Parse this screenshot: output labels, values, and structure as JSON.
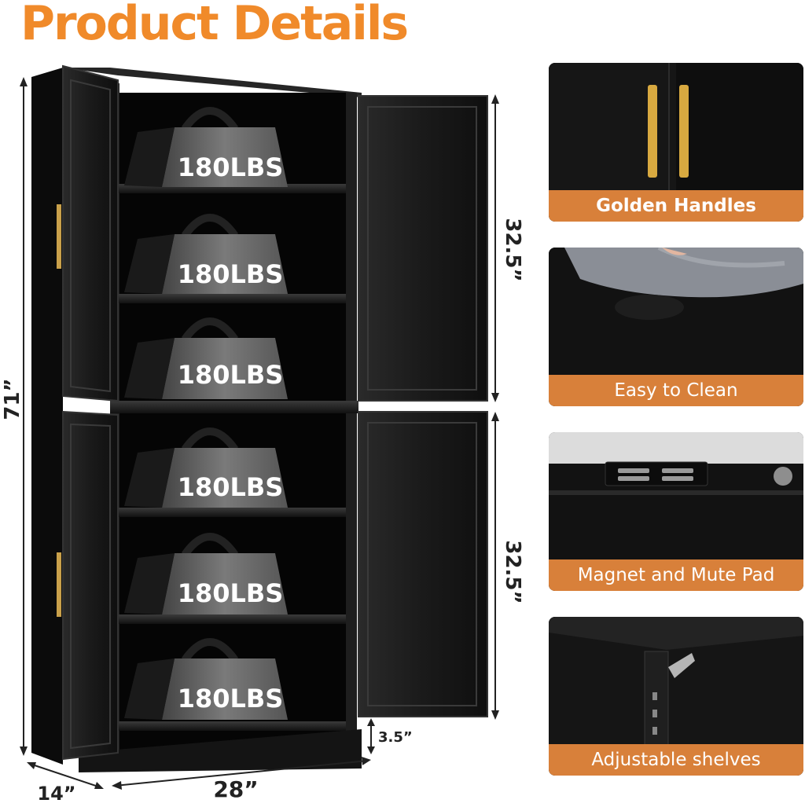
{
  "title": "Product Details",
  "colors": {
    "accent": "#f08a2a",
    "label_bar": "#d8803a",
    "cabinet": "#141414"
  },
  "cabinet": {
    "shelf_load": "180LBS",
    "dimensions": {
      "height": "71”",
      "depth": "14”",
      "width": "28”",
      "upper_compartment": "32.5”",
      "lower_compartment": "32.5”",
      "base": "3.5”"
    }
  },
  "features": [
    {
      "label": "Golden Handles",
      "icon": "golden-handles-photo"
    },
    {
      "label": "Easy to Clean",
      "icon": "cleaning-cloth-photo"
    },
    {
      "label": "Magnet and Mute Pad",
      "icon": "magnet-pad-photo"
    },
    {
      "label": "Adjustable shelves",
      "icon": "shelf-bracket-photo"
    }
  ]
}
